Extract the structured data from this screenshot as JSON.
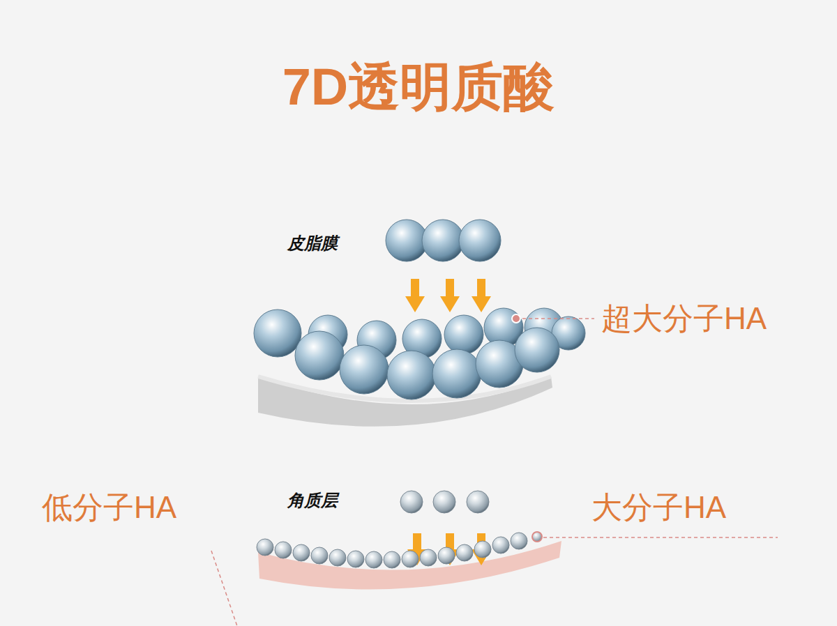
{
  "diagram": {
    "title": "7D透明质酸",
    "labels": [
      "皮脂膜",
      "超大分子HA",
      "角质层",
      "低分子HA",
      "大分子HA"
    ]
  }
}
